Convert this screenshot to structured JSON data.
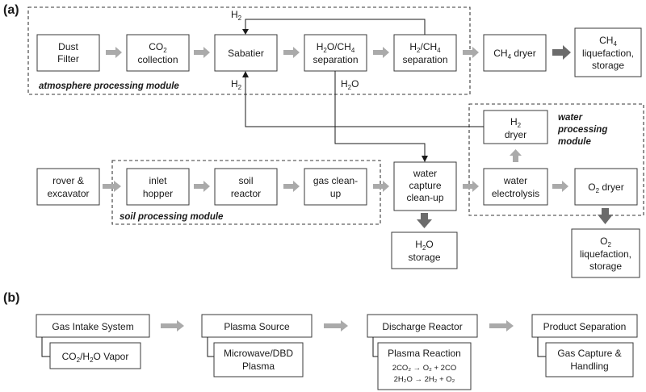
{
  "panel_a": {
    "label": "(a)",
    "modules": {
      "atmosphere": "atmosphere processing module",
      "water_line1": "water",
      "water_line2": "processing",
      "water_line3": "module",
      "soil": "soil processing module"
    },
    "boxes": {
      "dust_filter_1": "Dust",
      "dust_filter_2": "Filter",
      "co2_collection_1": "CO",
      "co2_collection_sub": "2",
      "co2_collection_2": "collection",
      "sabatier": "Sabatier",
      "h2o_ch4_a": "H",
      "h2o_ch4_sub1": "2",
      "h2o_ch4_b": "O/CH",
      "h2o_ch4_sub2": "4",
      "h2o_ch4_2": "separation",
      "h2_ch4_a": "H",
      "h2_ch4_sub1": "2",
      "h2_ch4_b": "/CH",
      "h2_ch4_sub2": "4",
      "h2_ch4_2": "separation",
      "ch4_dryer_a": "CH",
      "ch4_dryer_sub": "4",
      "ch4_dryer_b": " dryer",
      "ch4_liq_a": "CH",
      "ch4_liq_sub": "4",
      "ch4_liq_2": "liquefaction,",
      "ch4_liq_3": "storage",
      "h2_dryer_a": "H",
      "h2_dryer_sub": "2",
      "h2_dryer_2": "dryer",
      "rover_1": "rover &",
      "rover_2": "excavator",
      "inlet_1": "inlet",
      "inlet_2": "hopper",
      "soil_1": "soil",
      "soil_2": "reactor",
      "gas_1": "gas clean-",
      "gas_2": "up",
      "water_cap_1": "water",
      "water_cap_2": "capture",
      "water_cap_3": "clean-up",
      "electro_1": "water",
      "electro_2": "electrolysis",
      "o2_dryer_a": "O",
      "o2_dryer_sub": "2",
      "o2_dryer_b": " dryer",
      "h2o_storage_a": "H",
      "h2o_storage_sub": "2",
      "h2o_storage_b": "O",
      "h2o_storage_2": "storage",
      "o2_liq_a": "O",
      "o2_liq_sub": "2",
      "o2_liq_2": "liquefaction,",
      "o2_liq_3": "storage"
    },
    "stream_labels": {
      "h2_top_a": "H",
      "h2_top_sub": "2",
      "h2_return_a": "H",
      "h2_return_sub": "2",
      "h2o_a": "H",
      "h2o_sub": "2",
      "h2o_b": "O"
    }
  },
  "panel_b": {
    "label": "(b)",
    "stages": [
      {
        "title": "Gas Intake System"
      },
      {
        "title": "Plasma Source"
      },
      {
        "title": "Discharge Reactor"
      },
      {
        "title": "Product Separation"
      }
    ],
    "subs": {
      "vapor_a": "CO",
      "vapor_sub": "2",
      "vapor_b": "/H",
      "vapor_sub2": "2",
      "vapor_c": "O Vapor",
      "plasma_1": "Microwave/DBD",
      "plasma_2": "Plasma",
      "reaction_title": "Plasma Reaction",
      "reaction_eq1": "2CO₂ → O₂ + 2CO",
      "reaction_eq2": "2H₂O → 2H₂ + O₂",
      "gas_1": "Gas Capture &",
      "gas_2": "Handling"
    }
  },
  "colors": {
    "flow_arrow_light": "#aaaaaa",
    "flow_arrow_dark": "#6b6b6b",
    "line": "#1a1a1a"
  }
}
